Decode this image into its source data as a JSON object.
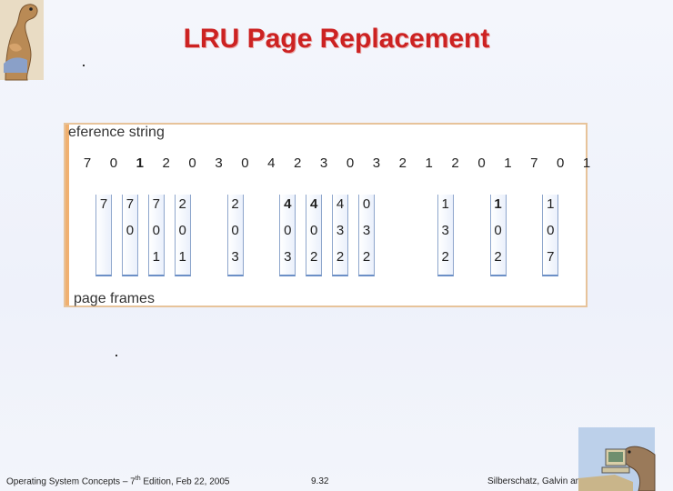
{
  "title": "LRU Page Replacement",
  "figure": {
    "reference_label": "eference string",
    "frames_label": "page frames",
    "reference_string": [
      "7",
      "0",
      "1",
      "2",
      "0",
      "3",
      "0",
      "4",
      "2",
      "3",
      "0",
      "3",
      "2",
      "1",
      "2",
      "0",
      "1",
      "7",
      "0",
      "1"
    ],
    "bold_reference_indices": [
      2
    ],
    "frame_columns": [
      {
        "ref_index": 0,
        "values": [
          "7",
          "",
          ""
        ],
        "bold": []
      },
      {
        "ref_index": 1,
        "values": [
          "7",
          "0",
          ""
        ],
        "bold": []
      },
      {
        "ref_index": 2,
        "values": [
          "7",
          "0",
          "1"
        ],
        "bold": []
      },
      {
        "ref_index": 3,
        "values": [
          "2",
          "0",
          "1"
        ],
        "bold": []
      },
      {
        "ref_index": 5,
        "values": [
          "2",
          "0",
          "3"
        ],
        "bold": []
      },
      {
        "ref_index": 7,
        "values": [
          "4",
          "0",
          "3"
        ],
        "bold": [
          0
        ]
      },
      {
        "ref_index": 8,
        "values": [
          "4",
          "0",
          "2"
        ],
        "bold": [
          0
        ]
      },
      {
        "ref_index": 9,
        "values": [
          "4",
          "3",
          "2"
        ],
        "bold": []
      },
      {
        "ref_index": 10,
        "values": [
          "0",
          "3",
          "2"
        ],
        "bold": []
      },
      {
        "ref_index": 13,
        "values": [
          "1",
          "3",
          "2"
        ],
        "bold": []
      },
      {
        "ref_index": 15,
        "values": [
          "1",
          "0",
          "2"
        ],
        "bold": [
          0
        ]
      },
      {
        "ref_index": 17,
        "values": [
          "1",
          "0",
          "7"
        ],
        "bold": []
      }
    ]
  },
  "footer": {
    "left_prefix": "Operating System Concepts – 7",
    "left_sup": "th",
    "left_suffix": " Edition, Feb 22, 2005",
    "center": "9.32",
    "right": "Silberschatz, Galvin and Gagne ©2005"
  },
  "colors": {
    "title": "#cc2222",
    "figure_border": "#e7c39a",
    "frame_border": "#6b8fc6"
  },
  "icons": [
    "dinosaur-logo-icon",
    "dinosaur-computer-icon"
  ]
}
